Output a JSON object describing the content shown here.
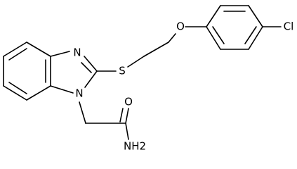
{
  "structure": {
    "atoms": {
      "nitrogen_imine": "N",
      "nitrogen_ring": "N",
      "sulfur": "S",
      "oxygen_ether": "O",
      "chlorine": "Cl",
      "oxygen_carbonyl": "O",
      "amide": "NH2"
    },
    "colors": {
      "bond": "#000000",
      "label": "#000000",
      "background": "#ffffff"
    }
  }
}
